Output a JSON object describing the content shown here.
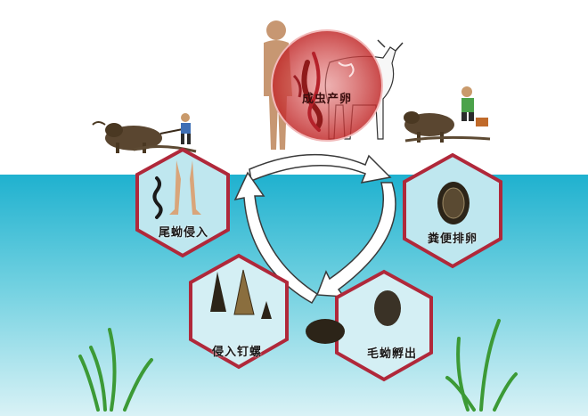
{
  "stages": {
    "adult": {
      "label": "成虫产卵"
    },
    "egg": {
      "label": "粪便排卵"
    },
    "miracidium": {
      "label": "毛蚴孵出"
    },
    "snail": {
      "label": "侵入钉螺"
    },
    "cercaria": {
      "label": "尾蚴侵入"
    }
  },
  "colors": {
    "water_top": "#2bb8d2",
    "water_bottom": "#c8ecf2",
    "hexagon_border": "#b0283a",
    "circle_fill": "#d23c3c",
    "arrow": "#ffffff"
  }
}
